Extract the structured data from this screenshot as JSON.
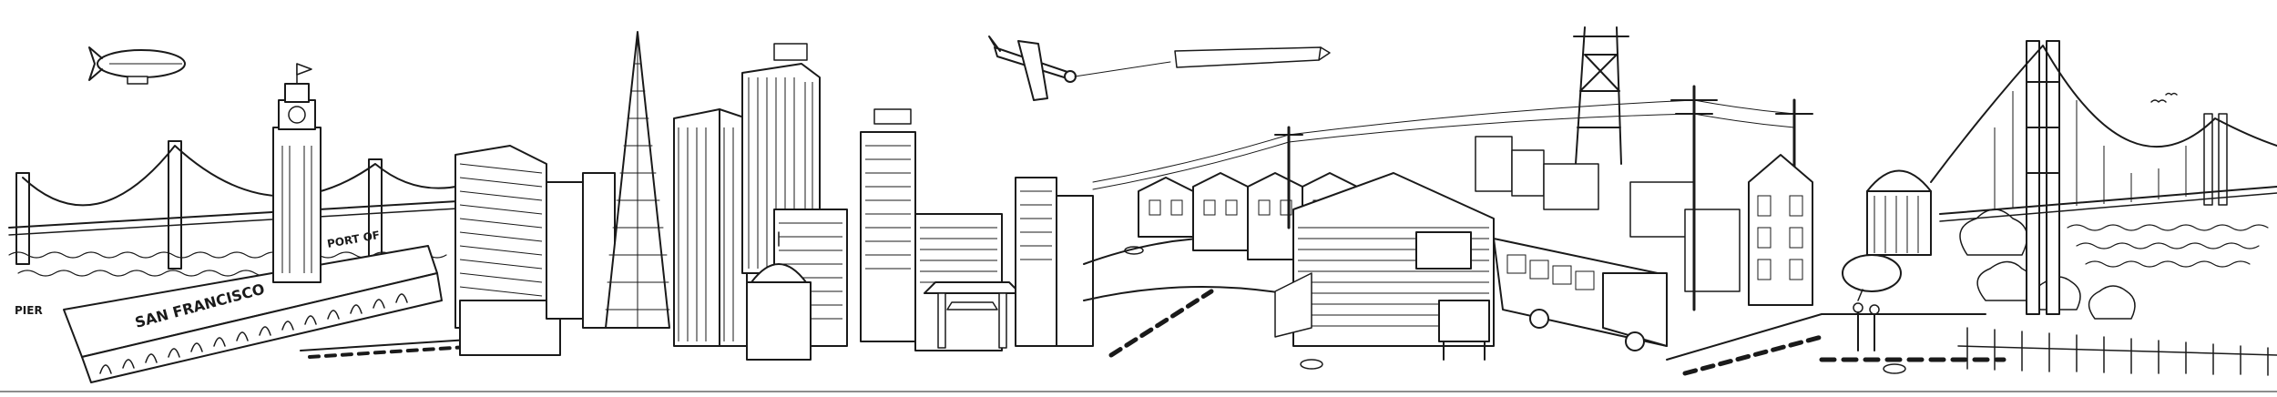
{
  "scene": {
    "ink_color": "#1a1a1a",
    "paper_color": "#ffffff"
  },
  "labels": {
    "pier_sign": "PIER",
    "ferry_building_sign": "SAN FRANCISCO",
    "ferry_roof_sign": "PORT OF"
  },
  "icons": {
    "blimp": "blimp-icon",
    "airplane": "airplane-icon",
    "banner": "airplane-banner-icon",
    "birds": "birds-icon"
  }
}
